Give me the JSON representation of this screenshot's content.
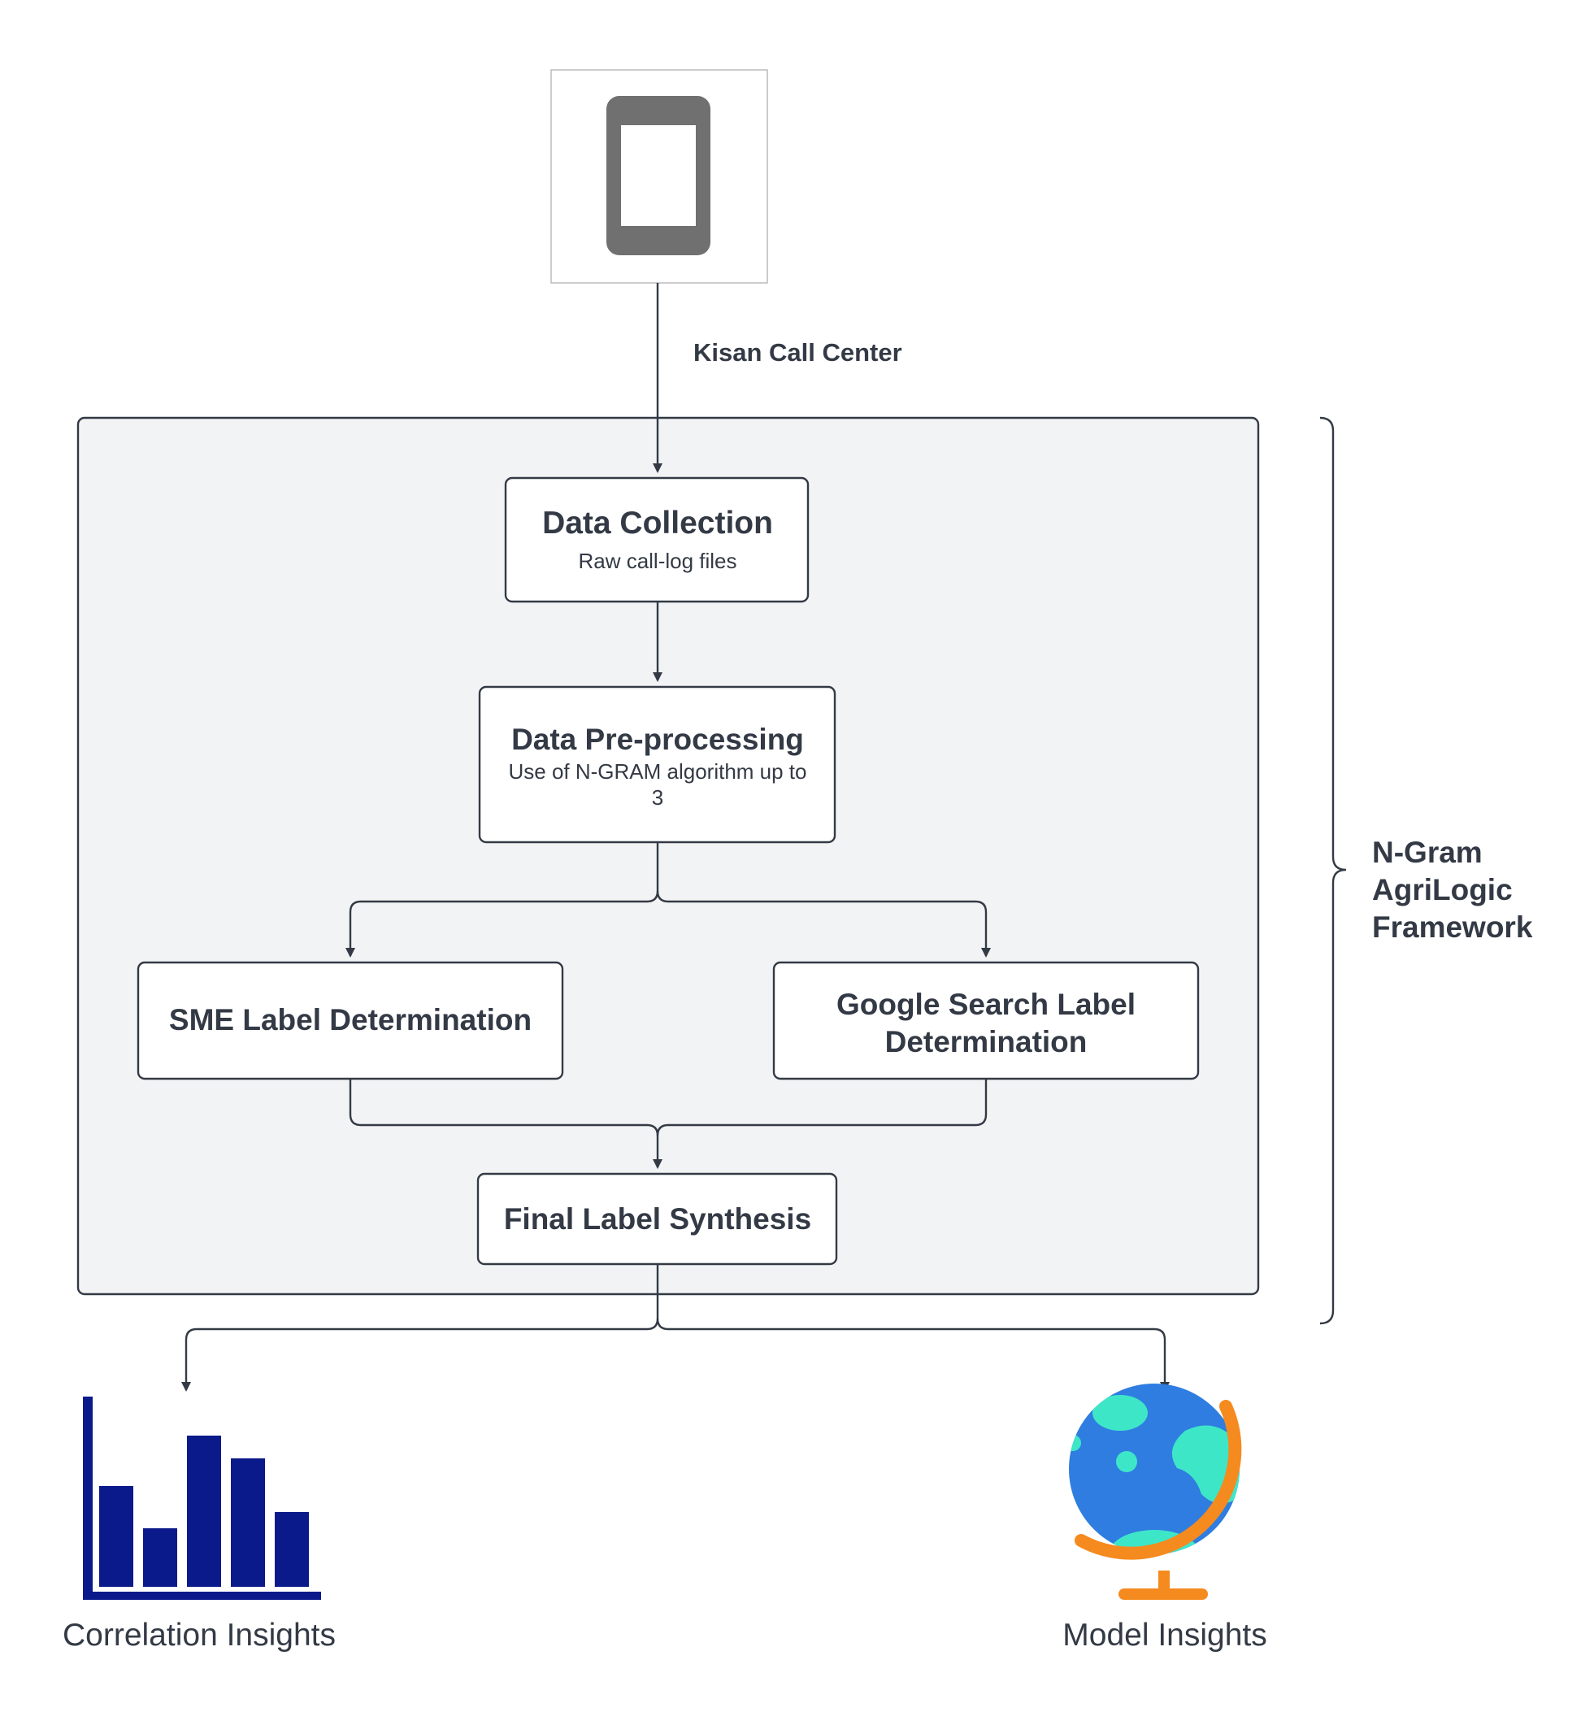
{
  "source": {
    "icon": "mobile-phone-icon",
    "edge_label": "Kisan Call Center"
  },
  "framework": {
    "label_line1": "N-Gram",
    "label_line2": "AgriLogic",
    "label_line3": "Framework"
  },
  "nodes": {
    "data_collection": {
      "title": "Data Collection",
      "subtitle": "Raw call-log files"
    },
    "preprocessing": {
      "title": "Data Pre-processing",
      "subtitle_line1": "Use of N-GRAM algorithm up to",
      "subtitle_line2": "3"
    },
    "sme_label": {
      "title": "SME Label Determination"
    },
    "google_label": {
      "title_line1": "Google Search Label",
      "title_line2": "Determination"
    },
    "final_label": {
      "title": "Final Label Synthesis"
    }
  },
  "outputs": {
    "correlation": {
      "icon": "bar-chart-icon",
      "caption": "Correlation Insights",
      "bar_levels": [
        0.62,
        0.36,
        0.93,
        0.79,
        0.46
      ]
    },
    "model": {
      "icon": "globe-icon",
      "caption": "Model Insights"
    }
  },
  "colors": {
    "stroke": "#333a45",
    "container_fill": "#f2f3f5",
    "phone_gray": "#707070",
    "chart_navy": "#0a1a8a",
    "globe_blue": "#2f7de0",
    "globe_land": "#3ee6c8",
    "globe_stand": "#f58a1f"
  }
}
